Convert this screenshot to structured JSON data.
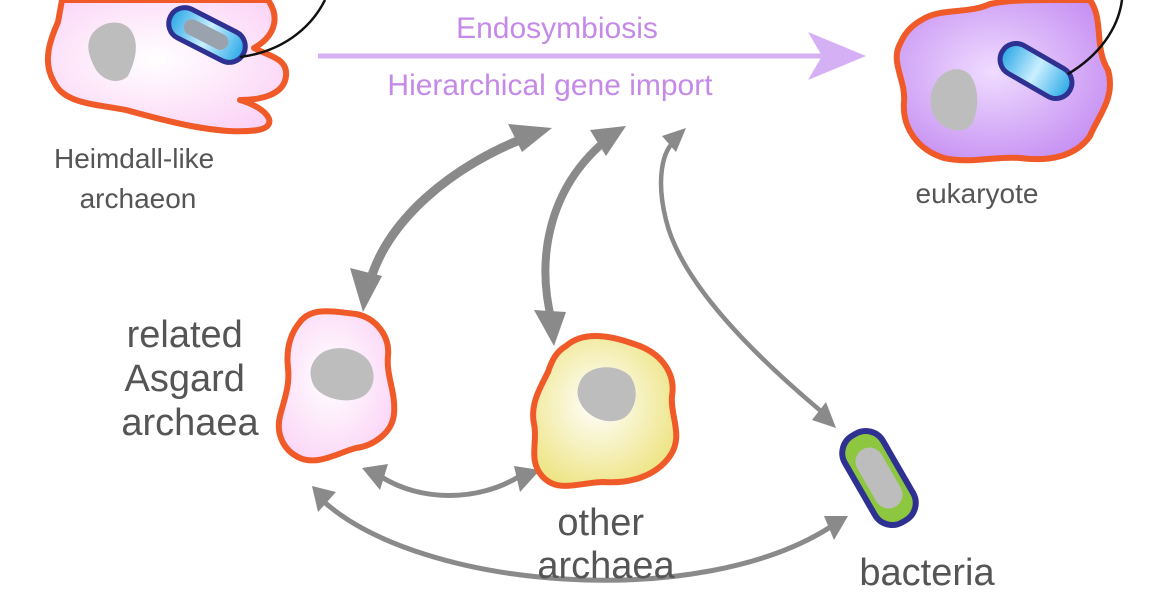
{
  "process": {
    "line1": "Endosymbiosis",
    "line2": "Hierarchical gene import"
  },
  "labels": {
    "heimdall": [
      "Heimdall-like",
      "archaeon"
    ],
    "eukaryote": "eukaryote",
    "asgard": [
      "related",
      "Asgard",
      "archaea"
    ],
    "other": [
      "other",
      "archaea"
    ],
    "bacteria": "bacteria"
  },
  "colors": {
    "membrane": "#f05a28",
    "archaeon_fill": "#fbd3f6",
    "eukaryote_fill": "#c48cf2",
    "other_fill": "#ece27a",
    "nucleus": "#bdbdbd",
    "bacteria_outline": "#2e3192",
    "bacteria_fill": "#8dc63f",
    "mito_fill": "#5ec7ee",
    "arrow_gray": "#8a8a8a",
    "process_purple": "#d6b0f5",
    "process_text": "#c58ae8"
  }
}
